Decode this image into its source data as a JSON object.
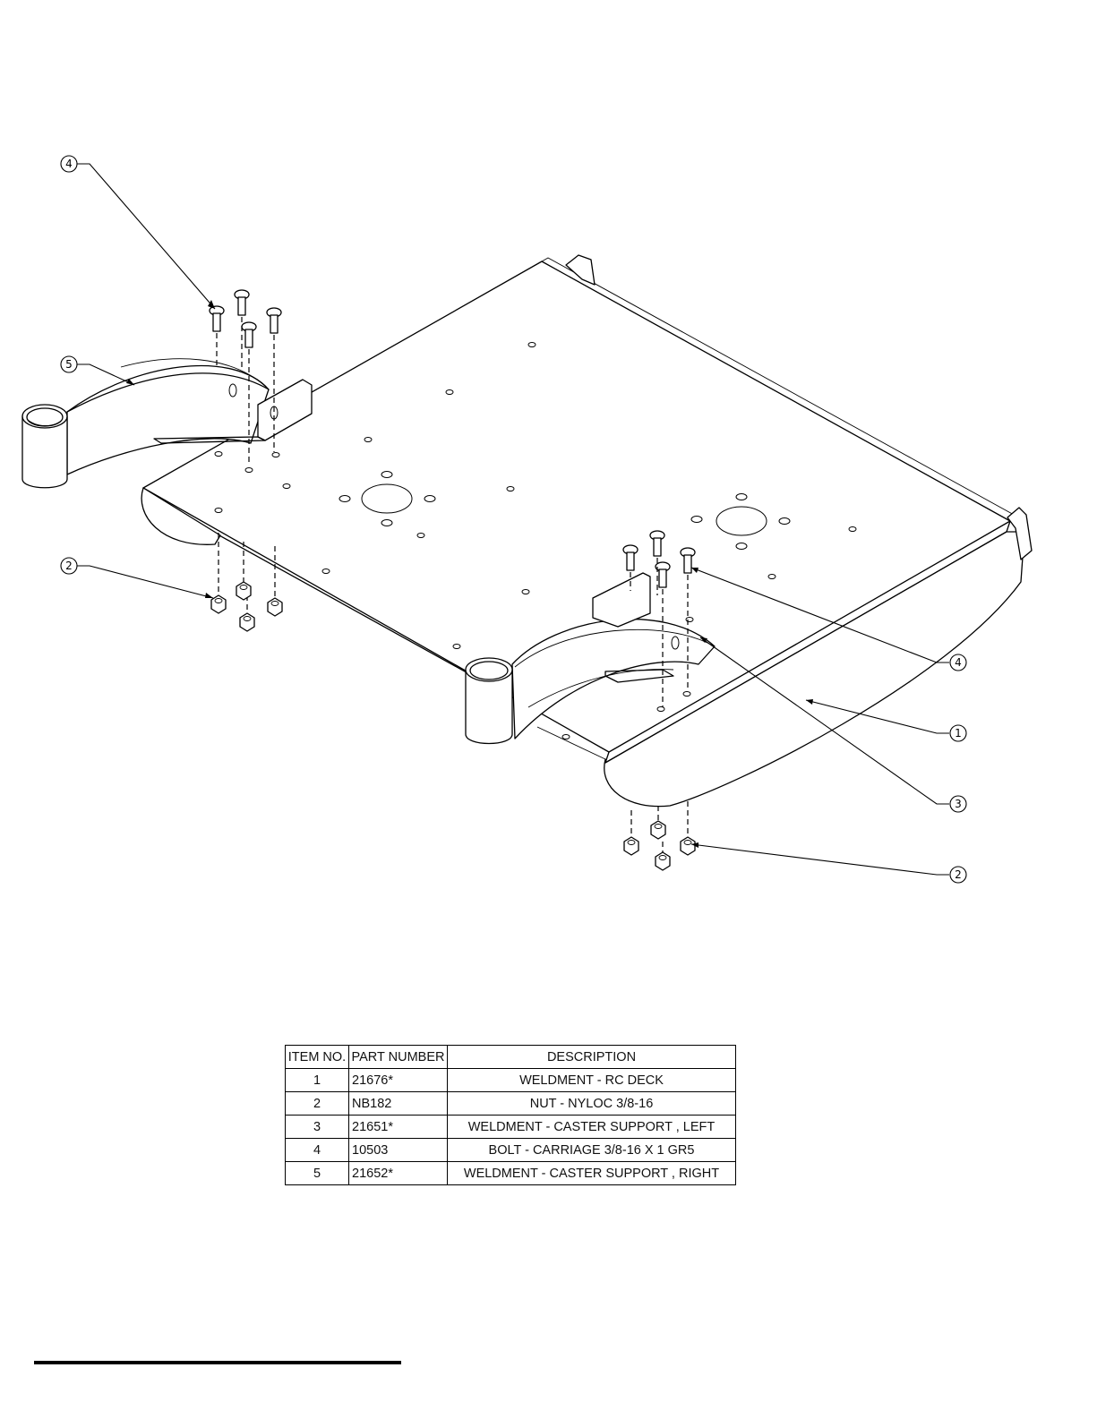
{
  "balloons": [
    {
      "label": "4"
    },
    {
      "label": "5"
    },
    {
      "label": "2"
    },
    {
      "label": "4"
    },
    {
      "label": "1"
    },
    {
      "label": "3"
    },
    {
      "label": "2"
    }
  ],
  "bom": {
    "headers": {
      "item": "ITEM NO.",
      "part": "PART NUMBER",
      "desc": "DESCRIPTION"
    },
    "rows": [
      {
        "item": "1",
        "part": "21676*",
        "desc": "WELDMENT - RC DECK"
      },
      {
        "item": "2",
        "part": "NB182",
        "desc": "NUT - NYLOC 3/8-16"
      },
      {
        "item": "3",
        "part": "21651*",
        "desc": "WELDMENT - CASTER SUPPORT , LEFT"
      },
      {
        "item": "4",
        "part": "10503",
        "desc": "BOLT - CARRIAGE 3/8-16 X 1 GR5"
      },
      {
        "item": "5",
        "part": "21652*",
        "desc": "WELDMENT - CASTER SUPPORT , RIGHT"
      }
    ]
  }
}
